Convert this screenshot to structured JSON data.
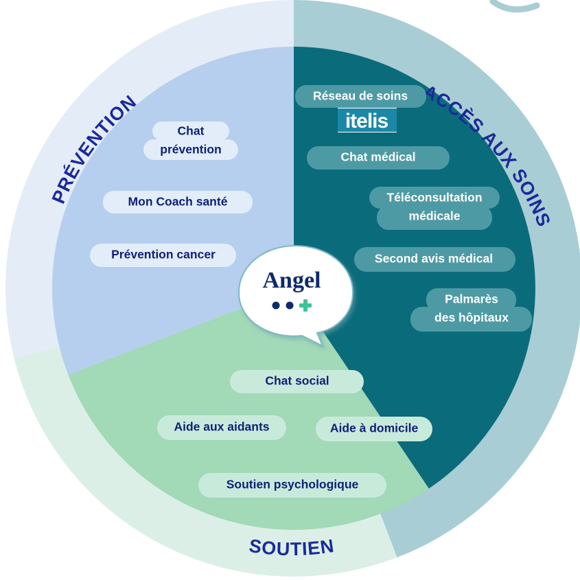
{
  "colors": {
    "prevention_outer": "#e4ecf7",
    "prevention_inner": "#b6cfee",
    "acces_outer": "#a9cdd4",
    "acces_inner": "#0a6b7b",
    "soutien_outer": "#dcefe6",
    "soutien_inner": "#a2d9b6",
    "label_dark": "#0f1f78",
    "pill_light": "#e2edf9",
    "pill_teal": "#4e9aa4",
    "pill_green": "#c8eadb"
  },
  "sectors": {
    "prevention": {
      "title": "PRÉVENTION",
      "items": [
        {
          "lines": [
            "Chat",
            "prévention"
          ]
        },
        {
          "lines": [
            "Mon Coach santé"
          ]
        },
        {
          "lines": [
            "Prévention cancer"
          ]
        }
      ]
    },
    "acces": {
      "title": "ACCÈS AUX SOINS",
      "items": [
        {
          "lines": [
            "Réseau de soins"
          ]
        },
        {
          "lines": [
            "Chat médical"
          ]
        },
        {
          "lines": [
            "Téléconsultation",
            "médicale"
          ]
        },
        {
          "lines": [
            "Second avis médical"
          ]
        },
        {
          "lines": [
            "Palmarès",
            "des hôpitaux"
          ]
        }
      ],
      "partner_logo": "itelis"
    },
    "soutien": {
      "title": "SOUTIEN",
      "items": [
        {
          "lines": [
            "Chat social"
          ]
        },
        {
          "lines": [
            "Aide aux aidants"
          ]
        },
        {
          "lines": [
            "Aide à domicile"
          ]
        },
        {
          "lines": [
            "Soutien psychologique"
          ]
        }
      ]
    }
  },
  "center": {
    "brand": "Angel",
    "icon": "speech-bubble-icon"
  }
}
